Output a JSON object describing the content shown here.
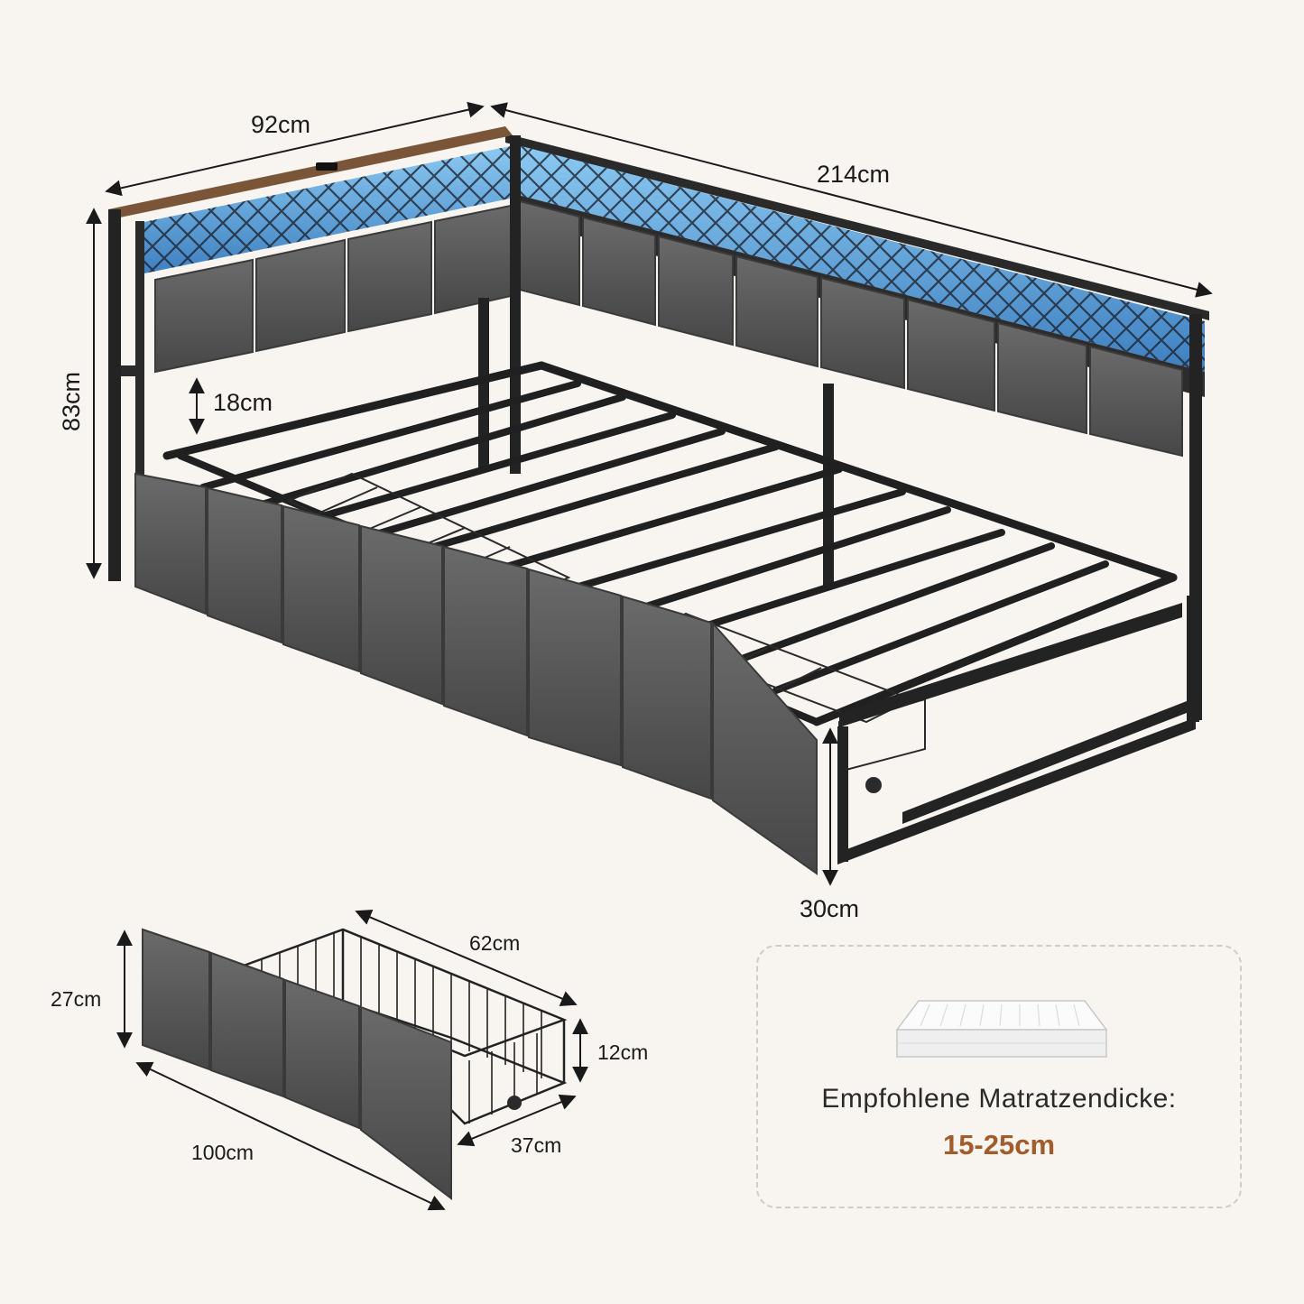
{
  "colors": {
    "background": "#f8f4ef",
    "frame_metal": "#232323",
    "upholstery": "#5b5b5b",
    "upholstery_dark": "#4a4a4a",
    "led": "#6fb4e6",
    "wood": "#7a5538",
    "accent_text": "#a25b2b",
    "dimension_line": "#1a1a1a"
  },
  "dimensions": {
    "bed_depth": "92cm",
    "bed_length": "214cm",
    "bed_height": "83cm",
    "headboard_clearance": "18cm",
    "under_bed_clearance": "30cm"
  },
  "drawer_dimensions": {
    "length": "100cm",
    "basket_length": "62cm",
    "front_height": "27cm",
    "basket_height": "12cm",
    "depth": "37cm"
  },
  "mattress_tip": {
    "label": "Empfohlene Matratzendicke:",
    "value": "15-25cm",
    "icon": "mattress-icon"
  }
}
